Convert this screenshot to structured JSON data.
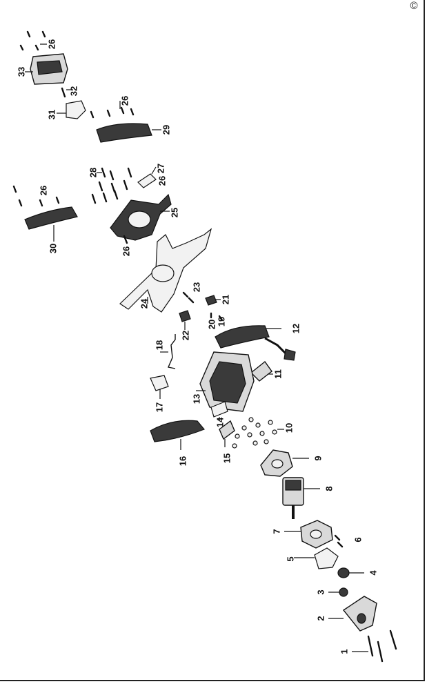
{
  "copyright_symbol": "©",
  "part_labels": {
    "p1": "1",
    "p2": "2",
    "p3": "3",
    "p4": "4",
    "p5": "5",
    "p6": "6",
    "p7": "7",
    "p8": "8",
    "p9": "9",
    "p10": "10",
    "p11": "11",
    "p12": "12",
    "p13": "13",
    "p14": "14",
    "p15": "15",
    "p16": "16",
    "p17": "17",
    "p18": "18",
    "p19": "19",
    "p20": "20",
    "p21": "21",
    "p22": "22",
    "p23": "23",
    "p24": "24",
    "p25": "25",
    "p26a": "26",
    "p26b": "26",
    "p26c": "26",
    "p26d": "26",
    "p26e": "26",
    "p27": "27",
    "p28": "28",
    "p29": "29",
    "p30": "30",
    "p31": "31",
    "p32": "32",
    "p33": "33"
  }
}
